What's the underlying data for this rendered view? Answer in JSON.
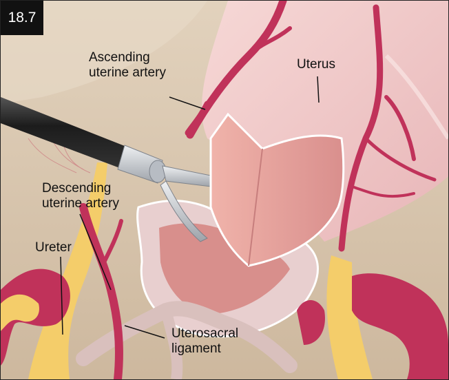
{
  "figure": {
    "number": "18.7"
  },
  "labels": {
    "ascending_line1": "Ascending",
    "ascending_line2": "uterine artery",
    "uterus": "Uterus",
    "descending_line1": "Descending",
    "descending_line2": "uterine artery",
    "ureter": "Ureter",
    "uterosacral_line1": "Uterosacral",
    "uterosacral_line2": "ligament"
  },
  "colors": {
    "background_tissue": "#d9c7b0",
    "uterus": "#f1c9c9",
    "artery": "#c0325a",
    "ureter": "#f4cd6a",
    "instrument_shaft": "#2a2a2a",
    "instrument_jaw": "#c8cbd0",
    "vaginal_flap": "#e6a09a"
  },
  "icons": [
    "laparoscopic-grasper-icon"
  ]
}
